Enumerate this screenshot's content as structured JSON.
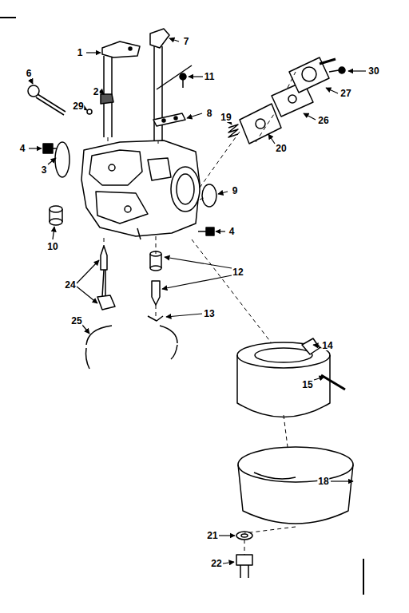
{
  "diagram": {
    "labels": [
      "1",
      "7",
      "6",
      "2",
      "11",
      "30",
      "27",
      "29",
      "8",
      "19",
      "26",
      "4",
      "20",
      "3",
      "9",
      "4",
      "10",
      "12",
      "24",
      "13",
      "25",
      "14",
      "15",
      "18",
      "21",
      "22"
    ]
  }
}
